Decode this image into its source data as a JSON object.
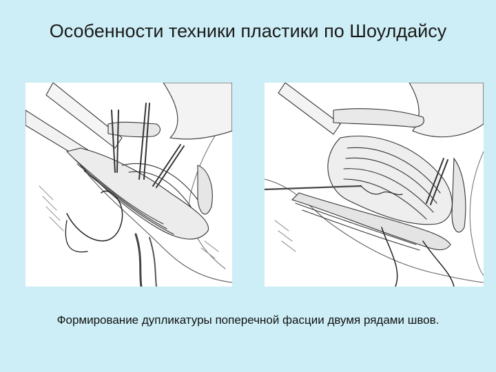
{
  "slide": {
    "title": "Особенности техники пластики по Шоулдайсу",
    "caption": "Формирование дупликатуры поперечной фасции двумя рядами швов."
  },
  "illustrations": [
    {
      "id": "left",
      "kind": "surgical-illustration"
    },
    {
      "id": "right",
      "kind": "surgical-illustration"
    }
  ],
  "colors": {
    "background": "#cdeef6",
    "panel": "#ffffff",
    "ink": "#2a2a2a"
  }
}
